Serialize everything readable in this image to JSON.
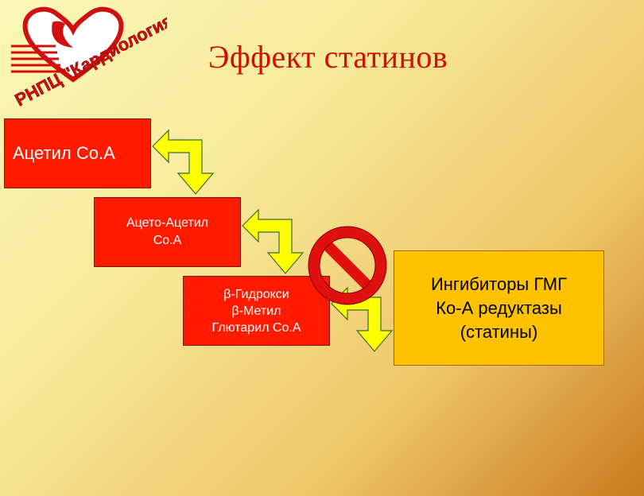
{
  "logo": {
    "text": "РНПЦ \"Кардиология\""
  },
  "title": "Эффект статинов",
  "steps": [
    {
      "lines": [
        "Ацетил Co.A"
      ]
    },
    {
      "lines": [
        "Ацето-Ацетил",
        "Co.A"
      ]
    },
    {
      "lines": [
        "β-Гидрокси",
        "β-Метил",
        "Глютарил Co.A"
      ]
    }
  ],
  "inhibitor": {
    "lines": [
      "Ингибиторы ГМГ",
      "Ко-А редуктазы",
      "(статины)"
    ]
  },
  "colors": {
    "step_box": "#ff1a00",
    "inhibitor_box": "#ffc200",
    "arrow_fill": "#ffff00",
    "prohibit_sign": "#e01010",
    "title": "#cc1100"
  },
  "icons": {
    "arrows": "bent-down-arrow",
    "block": "prohibition-sign"
  }
}
